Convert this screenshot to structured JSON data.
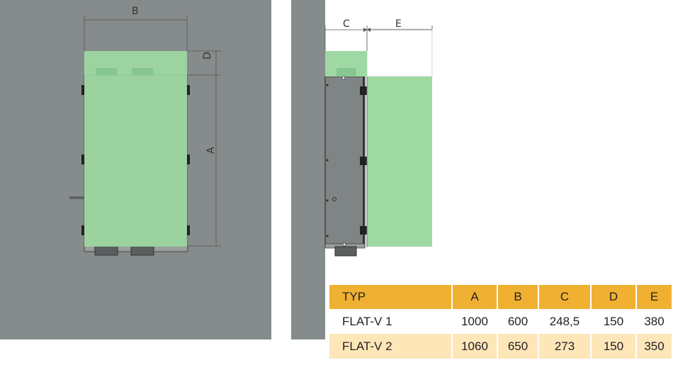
{
  "colors": {
    "wall": "#868b8b",
    "panel": "#9ed8a3",
    "header": "#f0b132",
    "row_alt": "#fde6b8"
  },
  "front_view": {
    "dim_B": "B",
    "dim_D": "D",
    "dim_A": "A"
  },
  "side_view": {
    "dim_C": "C",
    "dim_E": "E"
  },
  "table": {
    "headers": [
      "TYP",
      "A",
      "B",
      "C",
      "D",
      "E"
    ],
    "rows": [
      [
        "FLAT-V 1",
        "1000",
        "600",
        "248,5",
        "150",
        "380"
      ],
      [
        "FLAT-V 2",
        "1060",
        "650",
        "273",
        "150",
        "350"
      ]
    ]
  }
}
